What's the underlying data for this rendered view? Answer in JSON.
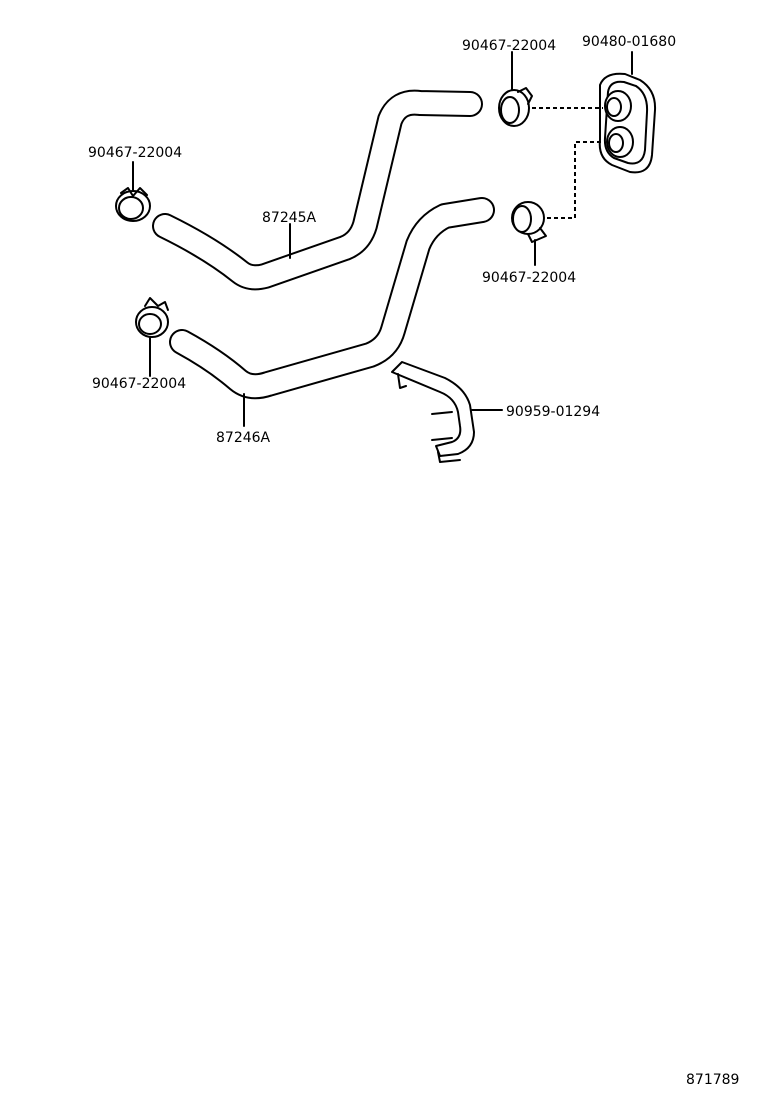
{
  "labels": {
    "clamp_top_left": "90467-22004",
    "clamp_top_right": "90467-22004",
    "grommet": "90480-01680",
    "clamp_mid_right": "90467-22004",
    "clamp_bottom_left": "90467-22004",
    "hose_upper": "87245A",
    "hose_lower": "87246A",
    "bracket": "90959-01294",
    "diagram_number": "871789"
  },
  "colors": {
    "line": "#000000",
    "background": "#ffffff"
  }
}
